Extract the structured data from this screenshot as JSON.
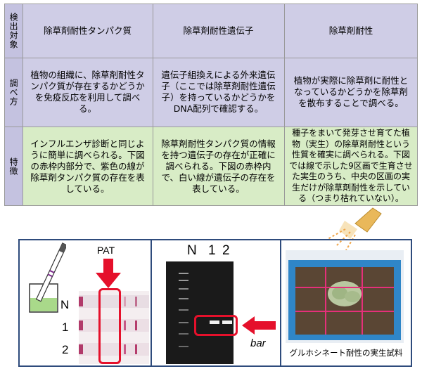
{
  "table": {
    "row_headers": {
      "target": "検出対象",
      "method": "調べ方",
      "feature": "特徴"
    },
    "columns": [
      {
        "title": "除草剤耐性タンパク質",
        "method": "植物の組織に、除草剤耐性タンパク質が存在するかどうかを免疫反応を利用して調べる。",
        "feature": "インフルエンザ診断と同じように簡単に調べられる。下図の赤枠内部分で、紫色の線が除草剤タンパク質の存在を表している。"
      },
      {
        "title": "除草剤耐性遺伝子",
        "method": "遺伝子組換えによる外来遺伝子（ここでは除草剤耐性遺伝子）を持っているかどうかをDNA配列で確認する。",
        "feature": "除草剤耐性タンパク質の情報を持つ遺伝子の存在が正確に調べられる。下図の赤枠内で、白い線が遺伝子の存在を表している。"
      },
      {
        "title": "除草剤耐性",
        "method": "植物が実際に除草剤に耐性となっているかどうかを除草剤を散布することで調べる。",
        "feature": "種子をまいて発芽させ育てた植物（実生）の除草剤耐性という性質を確実に調べられる。下図では線で示した9区画で生育させた実生のうち、中央の区画の実生だけが除草剤耐性を示している（つまり枯れていない）。"
      }
    ]
  },
  "panels": {
    "pat": {
      "label": "PAT",
      "rows": [
        "N",
        "1",
        "2"
      ]
    },
    "gel": {
      "lanes": [
        "N",
        "1",
        "2"
      ],
      "arrow_label": "bar"
    },
    "seedling": {
      "caption": "グルホシネート耐性の実生試料"
    }
  },
  "colors": {
    "lavender": "#cfcde6",
    "green": "#d8ecc6",
    "frame": "#2e4b7c",
    "highlight": "#e5102b"
  }
}
